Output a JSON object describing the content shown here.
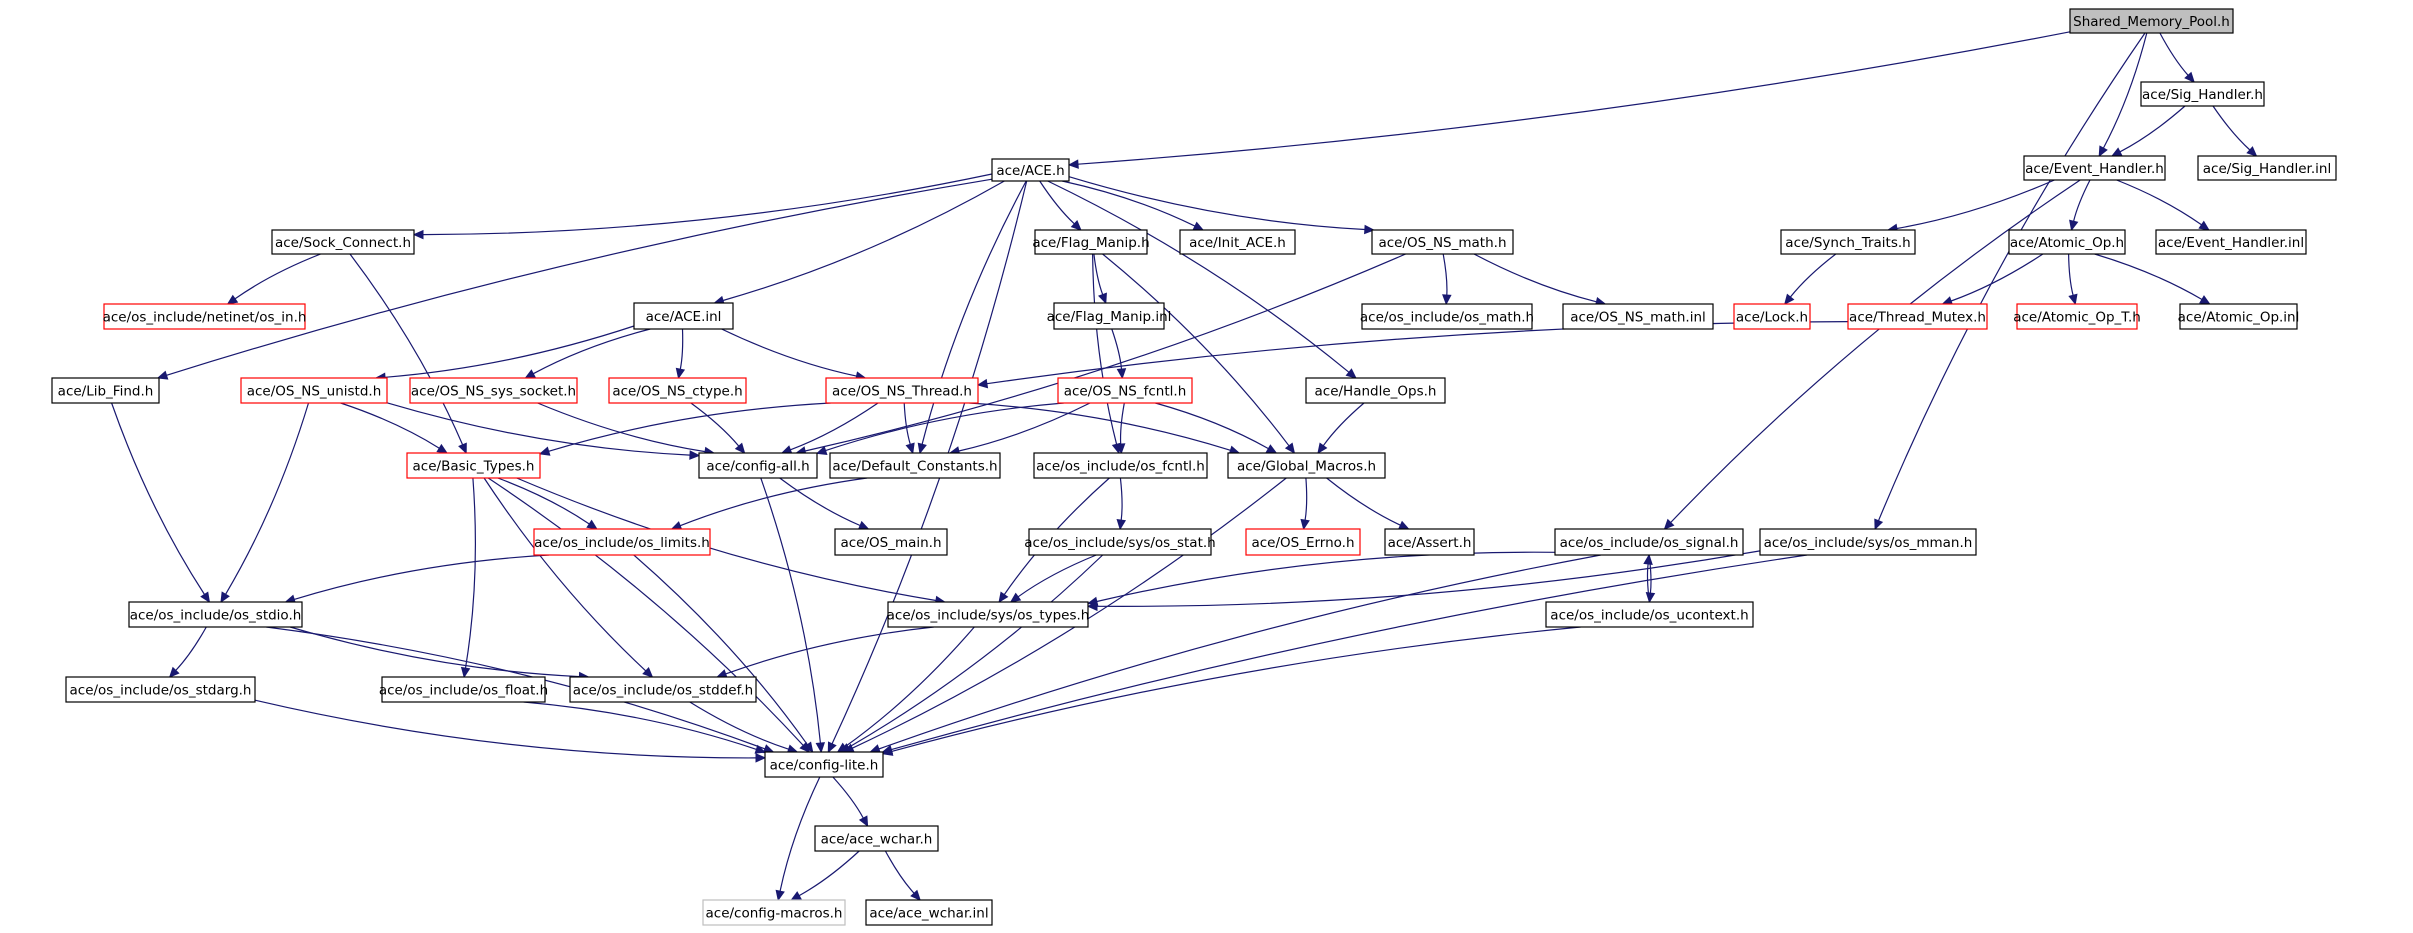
{
  "diagram": {
    "nodes": [
      {
        "id": "n1",
        "label": "Shared_Memory_Pool.h",
        "style": "root"
      },
      {
        "id": "n2",
        "label": "ace/ACE.h",
        "style": "normal"
      },
      {
        "id": "n3",
        "label": "ace/Sig_Handler.h",
        "style": "normal"
      },
      {
        "id": "n4",
        "label": "ace/Event_Handler.h",
        "style": "normal"
      },
      {
        "id": "n5",
        "label": "ace/Sig_Handler.inl",
        "style": "normal"
      },
      {
        "id": "n6",
        "label": "ace/Sock_Connect.h",
        "style": "normal"
      },
      {
        "id": "n7",
        "label": "ace/Flag_Manip.h",
        "style": "normal"
      },
      {
        "id": "n8",
        "label": "ace/Init_ACE.h",
        "style": "normal"
      },
      {
        "id": "n9",
        "label": "ace/OS_NS_math.h",
        "style": "normal"
      },
      {
        "id": "n10",
        "label": "ace/Synch_Traits.h",
        "style": "normal"
      },
      {
        "id": "n11",
        "label": "ace/Atomic_Op.h",
        "style": "normal"
      },
      {
        "id": "n12",
        "label": "ace/Event_Handler.inl",
        "style": "normal"
      },
      {
        "id": "n13",
        "label": "ace/os_include/netinet/os_in.h",
        "style": "red"
      },
      {
        "id": "n14",
        "label": "ace/ACE.inl",
        "style": "normal"
      },
      {
        "id": "n15",
        "label": "ace/Flag_Manip.inl",
        "style": "normal"
      },
      {
        "id": "n16",
        "label": "ace/os_include/os_math.h",
        "style": "normal"
      },
      {
        "id": "n17",
        "label": "ace/OS_NS_math.inl",
        "style": "normal"
      },
      {
        "id": "n18",
        "label": "ace/Lock.h",
        "style": "red"
      },
      {
        "id": "n19",
        "label": "ace/Thread_Mutex.h",
        "style": "red"
      },
      {
        "id": "n20",
        "label": "ace/Atomic_Op_T.h",
        "style": "red"
      },
      {
        "id": "n21",
        "label": "ace/Atomic_Op.inl",
        "style": "normal"
      },
      {
        "id": "n22",
        "label": "ace/Lib_Find.h",
        "style": "normal"
      },
      {
        "id": "n23",
        "label": "ace/OS_NS_unistd.h",
        "style": "red"
      },
      {
        "id": "n24",
        "label": "ace/OS_NS_sys_socket.h",
        "style": "red"
      },
      {
        "id": "n25",
        "label": "ace/OS_NS_ctype.h",
        "style": "red"
      },
      {
        "id": "n26",
        "label": "ace/OS_NS_Thread.h",
        "style": "red"
      },
      {
        "id": "n27",
        "label": "ace/OS_NS_fcntl.h",
        "style": "red"
      },
      {
        "id": "n28",
        "label": "ace/Handle_Ops.h",
        "style": "normal"
      },
      {
        "id": "n29",
        "label": "ace/Basic_Types.h",
        "style": "red"
      },
      {
        "id": "n30",
        "label": "ace/config-all.h",
        "style": "normal"
      },
      {
        "id": "n31",
        "label": "ace/Default_Constants.h",
        "style": "normal"
      },
      {
        "id": "n32",
        "label": "ace/os_include/os_fcntl.h",
        "style": "normal"
      },
      {
        "id": "n33",
        "label": "ace/Global_Macros.h",
        "style": "normal"
      },
      {
        "id": "n34",
        "label": "ace/os_include/os_limits.h",
        "style": "red"
      },
      {
        "id": "n35",
        "label": "ace/OS_main.h",
        "style": "normal"
      },
      {
        "id": "n36",
        "label": "ace/os_include/sys/os_stat.h",
        "style": "normal"
      },
      {
        "id": "n37",
        "label": "ace/OS_Errno.h",
        "style": "red"
      },
      {
        "id": "n38",
        "label": "ace/Assert.h",
        "style": "normal"
      },
      {
        "id": "n39",
        "label": "ace/os_include/os_signal.h",
        "style": "normal"
      },
      {
        "id": "n40",
        "label": "ace/os_include/sys/os_mman.h",
        "style": "normal"
      },
      {
        "id": "n41",
        "label": "ace/os_include/os_stdio.h",
        "style": "normal"
      },
      {
        "id": "n42",
        "label": "ace/os_include/sys/os_types.h",
        "style": "normal"
      },
      {
        "id": "n43",
        "label": "ace/os_include/os_ucontext.h",
        "style": "normal"
      },
      {
        "id": "n44",
        "label": "ace/os_include/os_stdarg.h",
        "style": "normal"
      },
      {
        "id": "n45",
        "label": "ace/os_include/os_float.h",
        "style": "normal"
      },
      {
        "id": "n46",
        "label": "ace/os_include/os_stddef.h",
        "style": "normal"
      },
      {
        "id": "n47",
        "label": "ace/config-lite.h",
        "style": "normal"
      },
      {
        "id": "n48",
        "label": "ace/ace_wchar.h",
        "style": "normal"
      },
      {
        "id": "n49",
        "label": "ace/config-macros.h",
        "style": "gray"
      },
      {
        "id": "n50",
        "label": "ace/ace_wchar.inl",
        "style": "normal"
      }
    ],
    "edges": [
      [
        "n1",
        "n2"
      ],
      [
        "n1",
        "n3"
      ],
      [
        "n1",
        "n4"
      ],
      [
        "n1",
        "n40"
      ],
      [
        "n3",
        "n4"
      ],
      [
        "n3",
        "n5"
      ],
      [
        "n4",
        "n10"
      ],
      [
        "n4",
        "n11"
      ],
      [
        "n4",
        "n12"
      ],
      [
        "n4",
        "n39"
      ],
      [
        "n2",
        "n6"
      ],
      [
        "n2",
        "n7"
      ],
      [
        "n2",
        "n8"
      ],
      [
        "n2",
        "n9"
      ],
      [
        "n2",
        "n14"
      ],
      [
        "n2",
        "n22"
      ],
      [
        "n2",
        "n28"
      ],
      [
        "n2",
        "n31"
      ],
      [
        "n2",
        "n47"
      ],
      [
        "n6",
        "n13"
      ],
      [
        "n6",
        "n29"
      ],
      [
        "n7",
        "n15"
      ],
      [
        "n7",
        "n33"
      ],
      [
        "n7",
        "n32"
      ],
      [
        "n9",
        "n16"
      ],
      [
        "n9",
        "n17"
      ],
      [
        "n9",
        "n30"
      ],
      [
        "n10",
        "n18"
      ],
      [
        "n11",
        "n19"
      ],
      [
        "n11",
        "n20"
      ],
      [
        "n11",
        "n21"
      ],
      [
        "n19",
        "n26"
      ],
      [
        "n14",
        "n23"
      ],
      [
        "n14",
        "n24"
      ],
      [
        "n14",
        "n25"
      ],
      [
        "n14",
        "n26"
      ],
      [
        "n15",
        "n27"
      ],
      [
        "n22",
        "n41"
      ],
      [
        "n23",
        "n29"
      ],
      [
        "n23",
        "n30"
      ],
      [
        "n23",
        "n41"
      ],
      [
        "n24",
        "n30"
      ],
      [
        "n25",
        "n30"
      ],
      [
        "n26",
        "n29"
      ],
      [
        "n26",
        "n30"
      ],
      [
        "n26",
        "n31"
      ],
      [
        "n26",
        "n33"
      ],
      [
        "n27",
        "n30"
      ],
      [
        "n27",
        "n31"
      ],
      [
        "n27",
        "n32"
      ],
      [
        "n27",
        "n33"
      ],
      [
        "n28",
        "n33"
      ],
      [
        "n29",
        "n34"
      ],
      [
        "n29",
        "n42"
      ],
      [
        "n29",
        "n45"
      ],
      [
        "n29",
        "n46"
      ],
      [
        "n29",
        "n47"
      ],
      [
        "n30",
        "n35"
      ],
      [
        "n30",
        "n47"
      ],
      [
        "n31",
        "n34"
      ],
      [
        "n32",
        "n36"
      ],
      [
        "n32",
        "n42"
      ],
      [
        "n33",
        "n37"
      ],
      [
        "n33",
        "n38"
      ],
      [
        "n33",
        "n47"
      ],
      [
        "n34",
        "n41"
      ],
      [
        "n34",
        "n47"
      ],
      [
        "n36",
        "n42"
      ],
      [
        "n36",
        "n47"
      ],
      [
        "n39",
        "n42"
      ],
      [
        "n39",
        "n43"
      ],
      [
        "n39",
        "n47"
      ],
      [
        "n43",
        "n39"
      ],
      [
        "n43",
        "n47"
      ],
      [
        "n40",
        "n42"
      ],
      [
        "n40",
        "n47"
      ],
      [
        "n41",
        "n44"
      ],
      [
        "n41",
        "n46"
      ],
      [
        "n41",
        "n47"
      ],
      [
        "n42",
        "n46"
      ],
      [
        "n42",
        "n47"
      ],
      [
        "n44",
        "n47"
      ],
      [
        "n45",
        "n47"
      ],
      [
        "n46",
        "n47"
      ],
      [
        "n47",
        "n48"
      ],
      [
        "n47",
        "n49"
      ],
      [
        "n48",
        "n49"
      ],
      [
        "n48",
        "n50"
      ]
    ]
  }
}
